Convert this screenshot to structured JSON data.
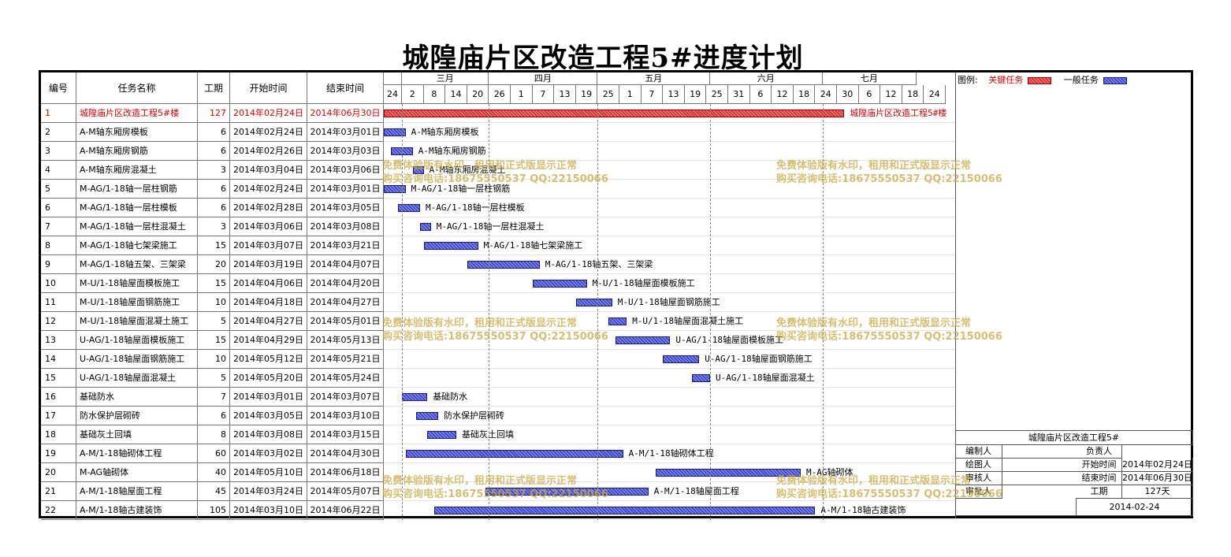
{
  "title": "城隍庙片区改造工程5#进度计划",
  "headers": {
    "id": "编号",
    "name": "任务名称",
    "duration": "工期",
    "start": "开始时间",
    "end": "结束时间"
  },
  "months": [
    "三月",
    "四月",
    "五月",
    "六月",
    "七月"
  ],
  "days": [
    "24",
    "2",
    "8",
    "14",
    "20",
    "26",
    "1",
    "7",
    "13",
    "19",
    "25",
    "1",
    "7",
    "13",
    "19",
    "25",
    "31",
    "6",
    "12",
    "18",
    "24",
    "30",
    "6",
    "12",
    "18",
    "24"
  ],
  "legend": {
    "label": "图例:",
    "critical": "关键任务",
    "normal": "一般任务",
    "critical_color": "#e03030",
    "normal_color": "#3f48cc"
  },
  "tasks": [
    {
      "id": "1",
      "name": "城隍庙片区改造工程5#楼",
      "duration": "127",
      "start": "2014年02月24日",
      "end": "2014年06月30日",
      "s": 0,
      "len": 127,
      "critical": true
    },
    {
      "id": "2",
      "name": "A-M轴东厢房模板",
      "duration": "6",
      "start": "2014年02月24日",
      "end": "2014年03月01日",
      "s": 0,
      "len": 6
    },
    {
      "id": "3",
      "name": "A-M轴东厢房钢筋",
      "duration": "6",
      "start": "2014年02月26日",
      "end": "2014年03月03日",
      "s": 2,
      "len": 6
    },
    {
      "id": "4",
      "name": "A-M轴东厢房混凝土",
      "duration": "3",
      "start": "2014年03月04日",
      "end": "2014年03月06日",
      "s": 8,
      "len": 3
    },
    {
      "id": "5",
      "name": "M-AG/1-18轴一层柱钢筋",
      "duration": "6",
      "start": "2014年02月24日",
      "end": "2014年03月01日",
      "s": 0,
      "len": 6
    },
    {
      "id": "6",
      "name": "M-AG/1-18轴一层柱模板",
      "duration": "6",
      "start": "2014年02月28日",
      "end": "2014年03月05日",
      "s": 4,
      "len": 6
    },
    {
      "id": "7",
      "name": "M-AG/1-18轴一层柱混凝土",
      "duration": "3",
      "start": "2014年03月06日",
      "end": "2014年03月08日",
      "s": 10,
      "len": 3
    },
    {
      "id": "8",
      "name": "M-AG/1-18轴七架梁施工",
      "duration": "15",
      "start": "2014年03月07日",
      "end": "2014年03月21日",
      "s": 11,
      "len": 15
    },
    {
      "id": "9",
      "name": "M-AG/1-18轴五架、三架梁",
      "duration": "20",
      "start": "2014年03月19日",
      "end": "2014年04月07日",
      "s": 23,
      "len": 20
    },
    {
      "id": "10",
      "name": "M-U/1-18轴屋面模板施工",
      "duration": "15",
      "start": "2014年04月06日",
      "end": "2014年04月20日",
      "s": 41,
      "len": 15
    },
    {
      "id": "11",
      "name": "M-U/1-18轴屋面钢筋施工",
      "duration": "10",
      "start": "2014年04月18日",
      "end": "2014年04月27日",
      "s": 53,
      "len": 10
    },
    {
      "id": "12",
      "name": "M-U/1-18轴屋面混凝土施工",
      "duration": "5",
      "start": "2014年04月27日",
      "end": "2014年05月01日",
      "s": 62,
      "len": 5
    },
    {
      "id": "13",
      "name": "U-AG/1-18轴屋面模板施工",
      "duration": "15",
      "start": "2014年04月29日",
      "end": "2014年05月13日",
      "s": 64,
      "len": 15
    },
    {
      "id": "14",
      "name": "U-AG/1-18轴屋面钢筋施工",
      "duration": "10",
      "start": "2014年05月12日",
      "end": "2014年05月21日",
      "s": 77,
      "len": 10
    },
    {
      "id": "15",
      "name": "U-AG/1-18轴屋面混凝土",
      "duration": "5",
      "start": "2014年05月20日",
      "end": "2014年05月24日",
      "s": 85,
      "len": 5
    },
    {
      "id": "16",
      "name": "基础防水",
      "duration": "7",
      "start": "2014年03月01日",
      "end": "2014年03月07日",
      "s": 5,
      "len": 7
    },
    {
      "id": "17",
      "name": "防水保护层砌砖",
      "duration": "6",
      "start": "2014年03月05日",
      "end": "2014年03月10日",
      "s": 9,
      "len": 6
    },
    {
      "id": "18",
      "name": "基础灰土回填",
      "duration": "8",
      "start": "2014年03月08日",
      "end": "2014年03月15日",
      "s": 12,
      "len": 8
    },
    {
      "id": "19",
      "name": "A-M/1-18轴砌体工程",
      "duration": "60",
      "start": "2014年03月02日",
      "end": "2014年04月30日",
      "s": 6,
      "len": 60
    },
    {
      "id": "20",
      "name": "M-AG轴砌体",
      "duration": "40",
      "start": "2014年05月10日",
      "end": "2014年06月18日",
      "s": 75,
      "len": 40
    },
    {
      "id": "21",
      "name": "A-M/1-18轴屋面工程",
      "duration": "45",
      "start": "2014年03月24日",
      "end": "2014年05月07日",
      "s": 28,
      "len": 45
    },
    {
      "id": "22",
      "name": "A-M/1-18轴古建装饰",
      "duration": "105",
      "start": "2014年03月10日",
      "end": "2014年06月22日",
      "s": 14,
      "len": 105
    }
  ],
  "watermark": {
    "line1": "免费体验版有水印，租用和正式版显示正常",
    "line2": "购买咨询电话:18675550537 QQ:22150066"
  },
  "info": {
    "project": "城隍庙片区改造工程5#",
    "editor_label": "编制人",
    "owner_label": "负责人",
    "drawer_label": "绘图人",
    "start_label": "开始时间",
    "start_value": "2014年02月24日",
    "reviewer_label": "审核人",
    "end_label": "结束时间",
    "end_value": "2014年06月30日",
    "approver_label": "审批人",
    "duration_label": "工期",
    "duration_value": "127天",
    "date": "2014-02-24"
  }
}
